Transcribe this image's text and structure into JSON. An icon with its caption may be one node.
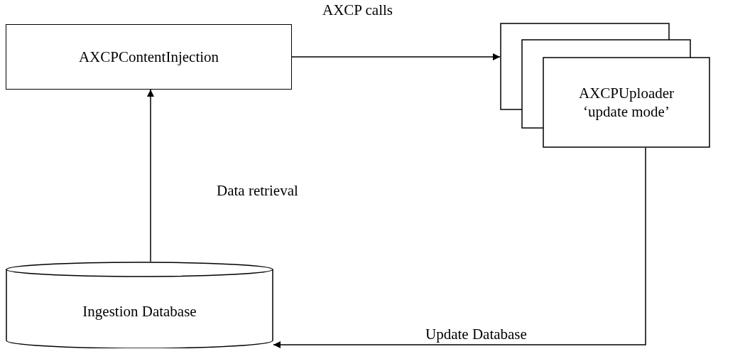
{
  "diagram": {
    "nodes": [
      {
        "text": [
          "AXCPContentInjection"
        ]
      },
      {
        "text": [
          "AXCPUploader ‘update mode’"
        ]
      },
      {
        "text": [
          "Ingestion Database"
        ]
      }
    ],
    "edges": [
      {
        "from": 0,
        "to": 1,
        "arrow": "to",
        "label": "AXCP calls"
      },
      {
        "from": 2,
        "to": 0,
        "arrow": "to",
        "label": "Data retrieval"
      },
      {
        "from": 1,
        "to": 2,
        "arrow": "to",
        "label": "Update Database"
      }
    ]
  }
}
